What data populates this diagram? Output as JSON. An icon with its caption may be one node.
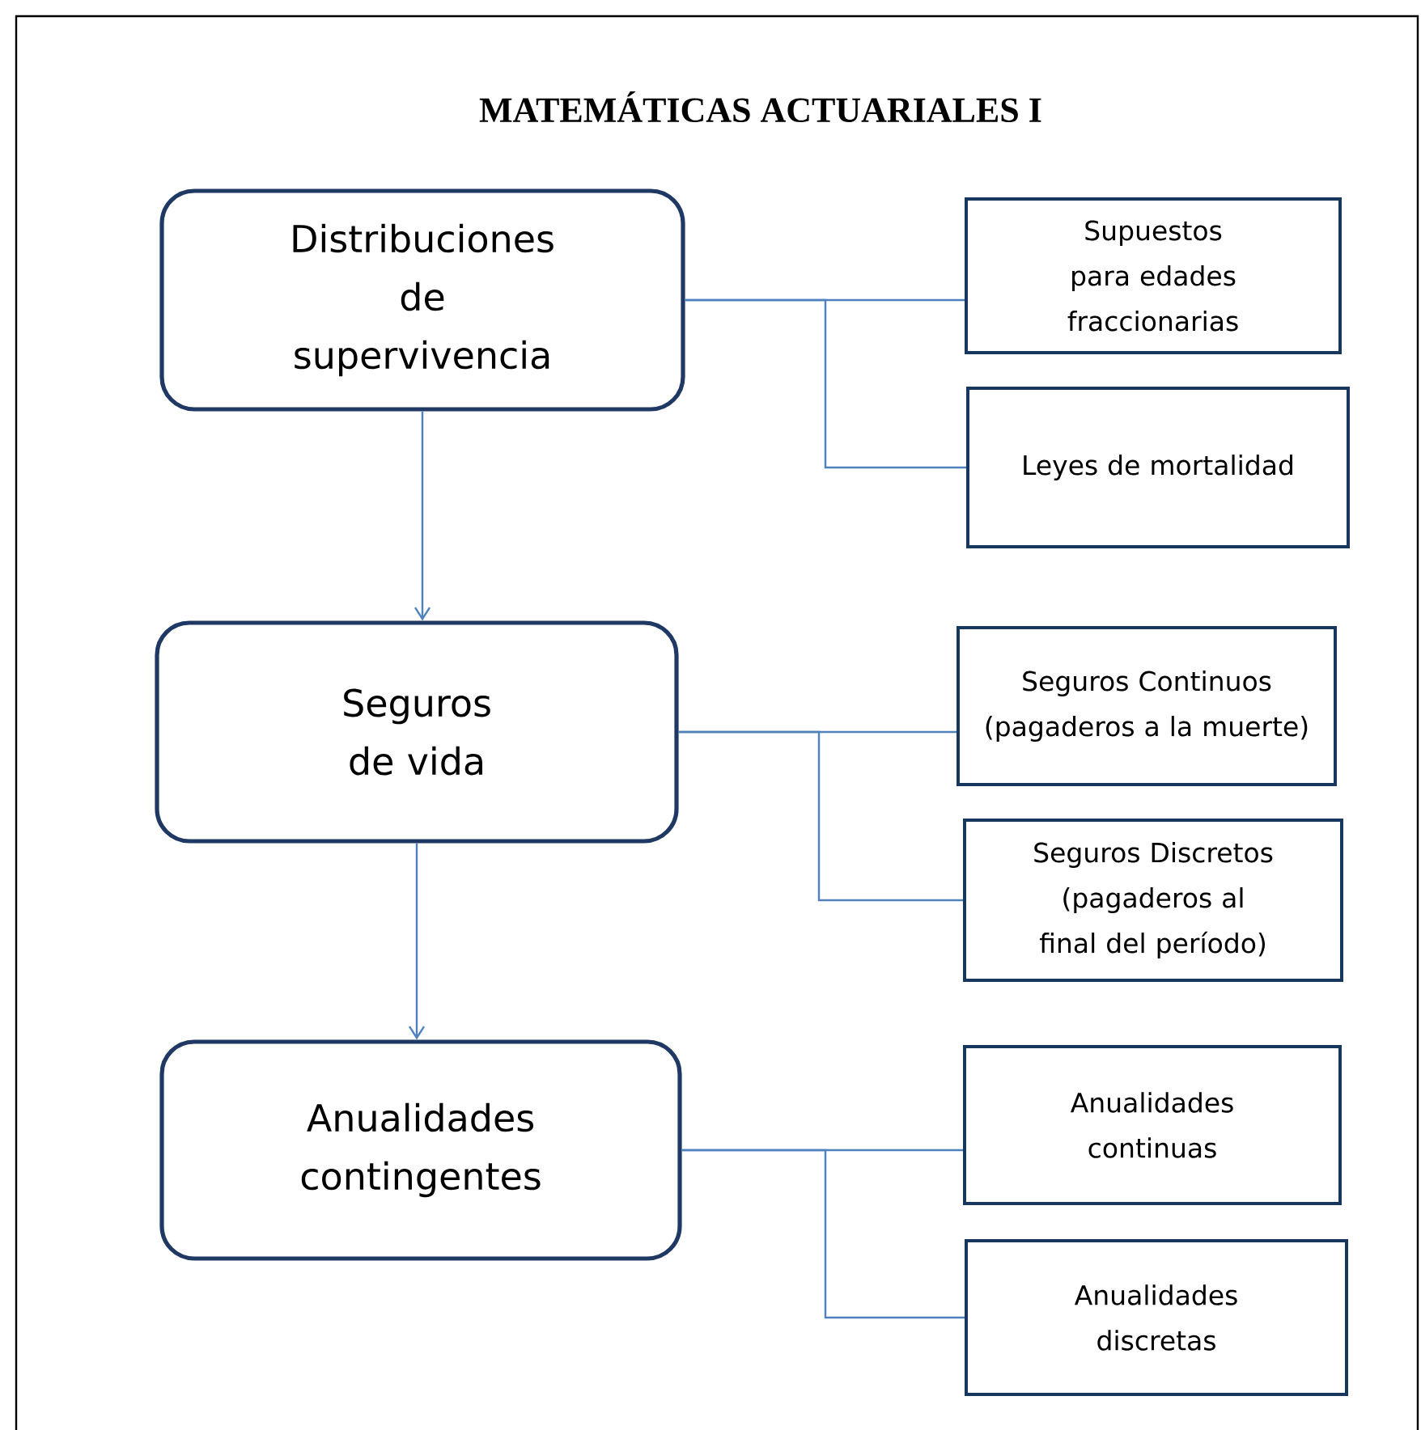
{
  "diagram": {
    "title": "MATEMÁTICAS ACTUARIALES I",
    "nodes": [
      {
        "text": [
          "Distribuciones de supervivencia"
        ]
      },
      {
        "text": [
          "Supuestos para edades fraccionarias"
        ]
      },
      {
        "text": [
          "Leyes de mortalidad"
        ]
      },
      {
        "text": [
          "Seguros de vida"
        ]
      },
      {
        "text": [
          "Seguros Continuos (pagaderos a la muerte)"
        ]
      },
      {
        "text": [
          "Seguros Discretos (pagaderos al final del período)"
        ]
      },
      {
        "text": [
          "Anualidades contingentes"
        ]
      },
      {
        "text": [
          "Anualidades continuas"
        ]
      },
      {
        "text": [
          "Anualidades discretas"
        ]
      }
    ],
    "edges": [
      {
        "from": 0,
        "to": 3,
        "arrow": "to"
      },
      {
        "from": 3,
        "to": 6,
        "arrow": "to"
      },
      {
        "from": 0,
        "to": 1,
        "arrow": "none"
      },
      {
        "from": 0,
        "to": 2,
        "arrow": "none"
      },
      {
        "from": 3,
        "to": 4,
        "arrow": "none"
      },
      {
        "from": 3,
        "to": 5,
        "arrow": "none"
      },
      {
        "from": 6,
        "to": 7,
        "arrow": "none"
      },
      {
        "from": 6,
        "to": 8,
        "arrow": "none"
      }
    ]
  }
}
